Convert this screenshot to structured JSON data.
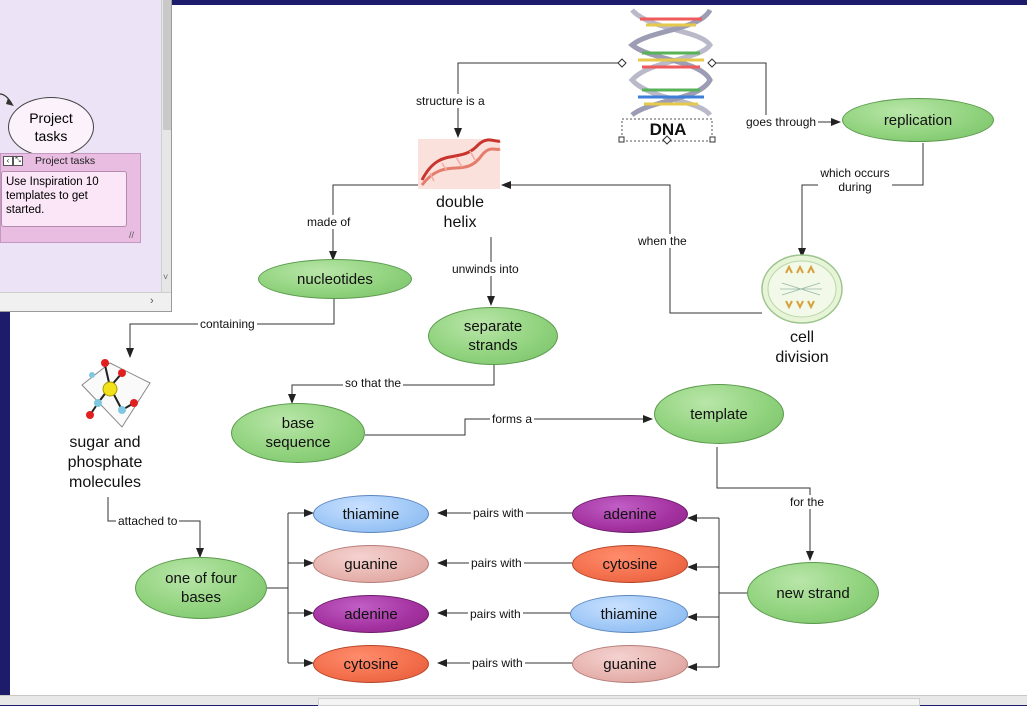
{
  "panel": {
    "oval_label": "Project\ntasks",
    "note_title": "Project tasks",
    "note_text": "Use Inspiration 10 templates to get started."
  },
  "nodes": {
    "dna": "DNA",
    "double_helix": "double\nhelix",
    "replication": "replication",
    "cell_division": "cell\ndivision",
    "nucleotides": "nucleotides",
    "separate_strands": "separate\nstrands",
    "sugar_phosphate": "sugar and\nphosphate\nmolecules",
    "base_sequence": "base\nsequence",
    "template": "template",
    "one_of_four_bases": "one of four\nbases",
    "new_strand": "new strand",
    "left_thiamine": "thiamine",
    "left_guanine": "guanine",
    "left_adenine": "adenine",
    "left_cytosine": "cytosine",
    "right_adenine": "adenine",
    "right_cytosine": "cytosine",
    "right_thiamine": "thiamine",
    "right_guanine": "guanine"
  },
  "links": {
    "structure_is_a": "structure is a",
    "goes_through": "goes through",
    "which_occurs_during": "which occurs\nduring",
    "when_the": "when the",
    "made_of": "made of",
    "unwinds_into": "unwinds into",
    "containing": "containing",
    "so_that_the": "so that the",
    "forms_a": "forms a",
    "for_the": "for the",
    "attached_to": "attached to",
    "pairs_with_1": "pairs with",
    "pairs_with_2": "pairs with",
    "pairs_with_3": "pairs with",
    "pairs_with_4": "pairs with"
  }
}
